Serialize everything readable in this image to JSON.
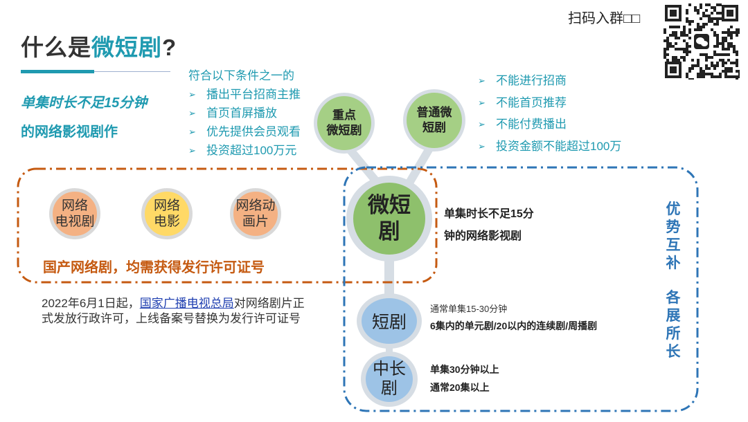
{
  "title": {
    "prefix": "什么是",
    "accent": "微短剧",
    "suffix": "?"
  },
  "definition": {
    "line1": "单集时长不足15分钟",
    "line2": "的网络影视剧作"
  },
  "qr": {
    "caption": "扫码入群",
    "caption_glyphs": "□□"
  },
  "key_conditions": {
    "header": "符合以下条件之一的",
    "items": [
      "播出平台招商主推",
      "首页首屏播放",
      "优先提供会员观看",
      "投资超过100万元"
    ]
  },
  "normal_conditions": {
    "items": [
      "不能进行招商",
      "不能首页推荐",
      "不能付费播出",
      "投资金额不能超过100万"
    ]
  },
  "bubbles": {
    "key": [
      "重点",
      "微短剧"
    ],
    "normal": [
      "普通微",
      "短剧"
    ],
    "main": [
      "微短",
      "剧"
    ],
    "short": "短剧",
    "mid": [
      "中长",
      "剧"
    ]
  },
  "network_types": [
    [
      "网络",
      "电视剧"
    ],
    [
      "网络",
      "电影"
    ],
    [
      "网络动",
      "画片"
    ]
  ],
  "license_note": "国产网络剧，均需获得发行许可证号",
  "policy_note": {
    "pre": "2022年6月1日起，",
    "link": "国家广播电视总局",
    "post1": "对网络剧片正",
    "line2": "式发放行政许可，上线备案号替换为发行许可证号"
  },
  "main_desc": [
    "单集时长不足15分",
    "钟的网络影视剧"
  ],
  "short_desc": {
    "line1": "通常单集15-30分钟",
    "line2": "6集内的单元剧/20以内的连续剧/周播剧"
  },
  "mid_desc": [
    "单集30分钟以上",
    "通常20集以上"
  ],
  "side_labels": {
    "left": "优势互补",
    "right": "各展所长"
  },
  "colors": {
    "teal": "#1f9ab0",
    "orange": "#c55a11",
    "blue": "#2e75b6",
    "green": "#8ec06c"
  },
  "icons": {
    "arrow": "arrow-right-icon",
    "wechat": "wechat-icon"
  }
}
